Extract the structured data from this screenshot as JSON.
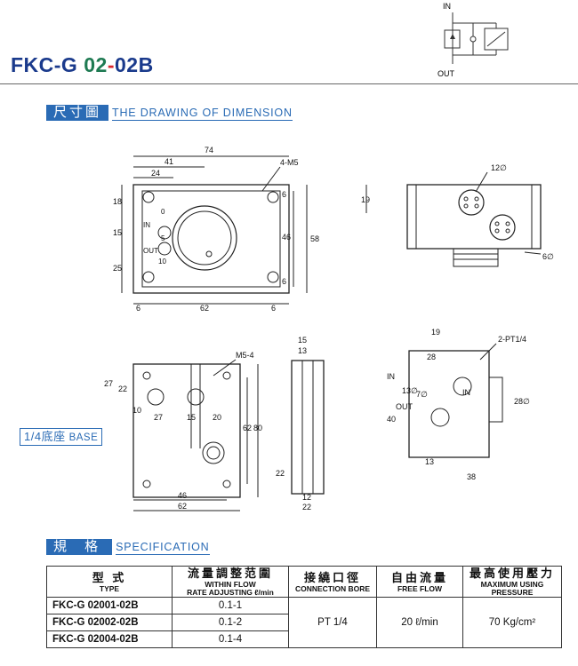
{
  "header": {
    "model_prefix": "FKC-G",
    "model_mid": "02",
    "model_dash": "-",
    "model_suffix": "02B",
    "symbol_in": "IN",
    "symbol_out": "OUT"
  },
  "drawing_section": {
    "zh": "尺寸圖",
    "en": "THE DRAWING OF DIMENSION"
  },
  "base_section": {
    "zh": "1/4底座",
    "en": "BASE"
  },
  "spec_section": {
    "zh": "規 格",
    "en": "SPECIFICATION"
  },
  "dims_top": {
    "d74": "74",
    "d41": "41",
    "d24": "24",
    "d4m5": "4-M5",
    "d18": "18",
    "d15": "15",
    "d25": "25",
    "d6a": "6",
    "d46": "46",
    "d58": "58",
    "d6b": "6",
    "d6c": "6",
    "d62": "62",
    "d6d": "6",
    "s0": "0",
    "sIN": "IN",
    "s5": "5",
    "sOUT": "OUT",
    "s10": "10",
    "side19": "19",
    "side12": "12∅",
    "side6": "6∅"
  },
  "dims_base": {
    "m54": "M5-4",
    "d27a": "27",
    "d22a": "22",
    "d10": "10",
    "d27b": "27",
    "d15": "15",
    "d20": "20",
    "d62v": "62",
    "d80": "80",
    "d46": "46",
    "d62h": "62",
    "c15": "15",
    "c13": "13",
    "c22v": "22",
    "c12": "12",
    "c22h": "22",
    "r19": "19",
    "r2pt": "2-PT1/4",
    "r28": "28",
    "r13": "13∅",
    "r7": "7∅",
    "rIN1": "IN",
    "rIN2": "IN",
    "rOUT": "OUT",
    "r40": "40",
    "r28d": "28∅",
    "r13b": "13",
    "r38": "38"
  },
  "spec_table": {
    "headers": [
      {
        "zh": "型 式",
        "en": "TYPE"
      },
      {
        "zh": "流量調整范圍",
        "en1": "WITHIN FLOW",
        "en2": "RATE ADJUSTING ℓ/min"
      },
      {
        "zh": "接繞口徑",
        "en": "CONNECTION BORE"
      },
      {
        "zh": "自由流量",
        "en": "FREE FLOW"
      },
      {
        "zh": "最高使用壓力",
        "en1": "MAXIMUM USING",
        "en2": "PRESSURE"
      }
    ],
    "rows": [
      {
        "model": "FKC-G 02001-02B",
        "range": "0.1-1"
      },
      {
        "model": "FKC-G 02002-02B",
        "range": "0.1-2"
      },
      {
        "model": "FKC-G 02004-02B",
        "range": "0.1-4"
      }
    ],
    "bore": "PT 1/4",
    "free_flow": "20 ℓ/min",
    "pressure": "70 Kg/cm²"
  }
}
